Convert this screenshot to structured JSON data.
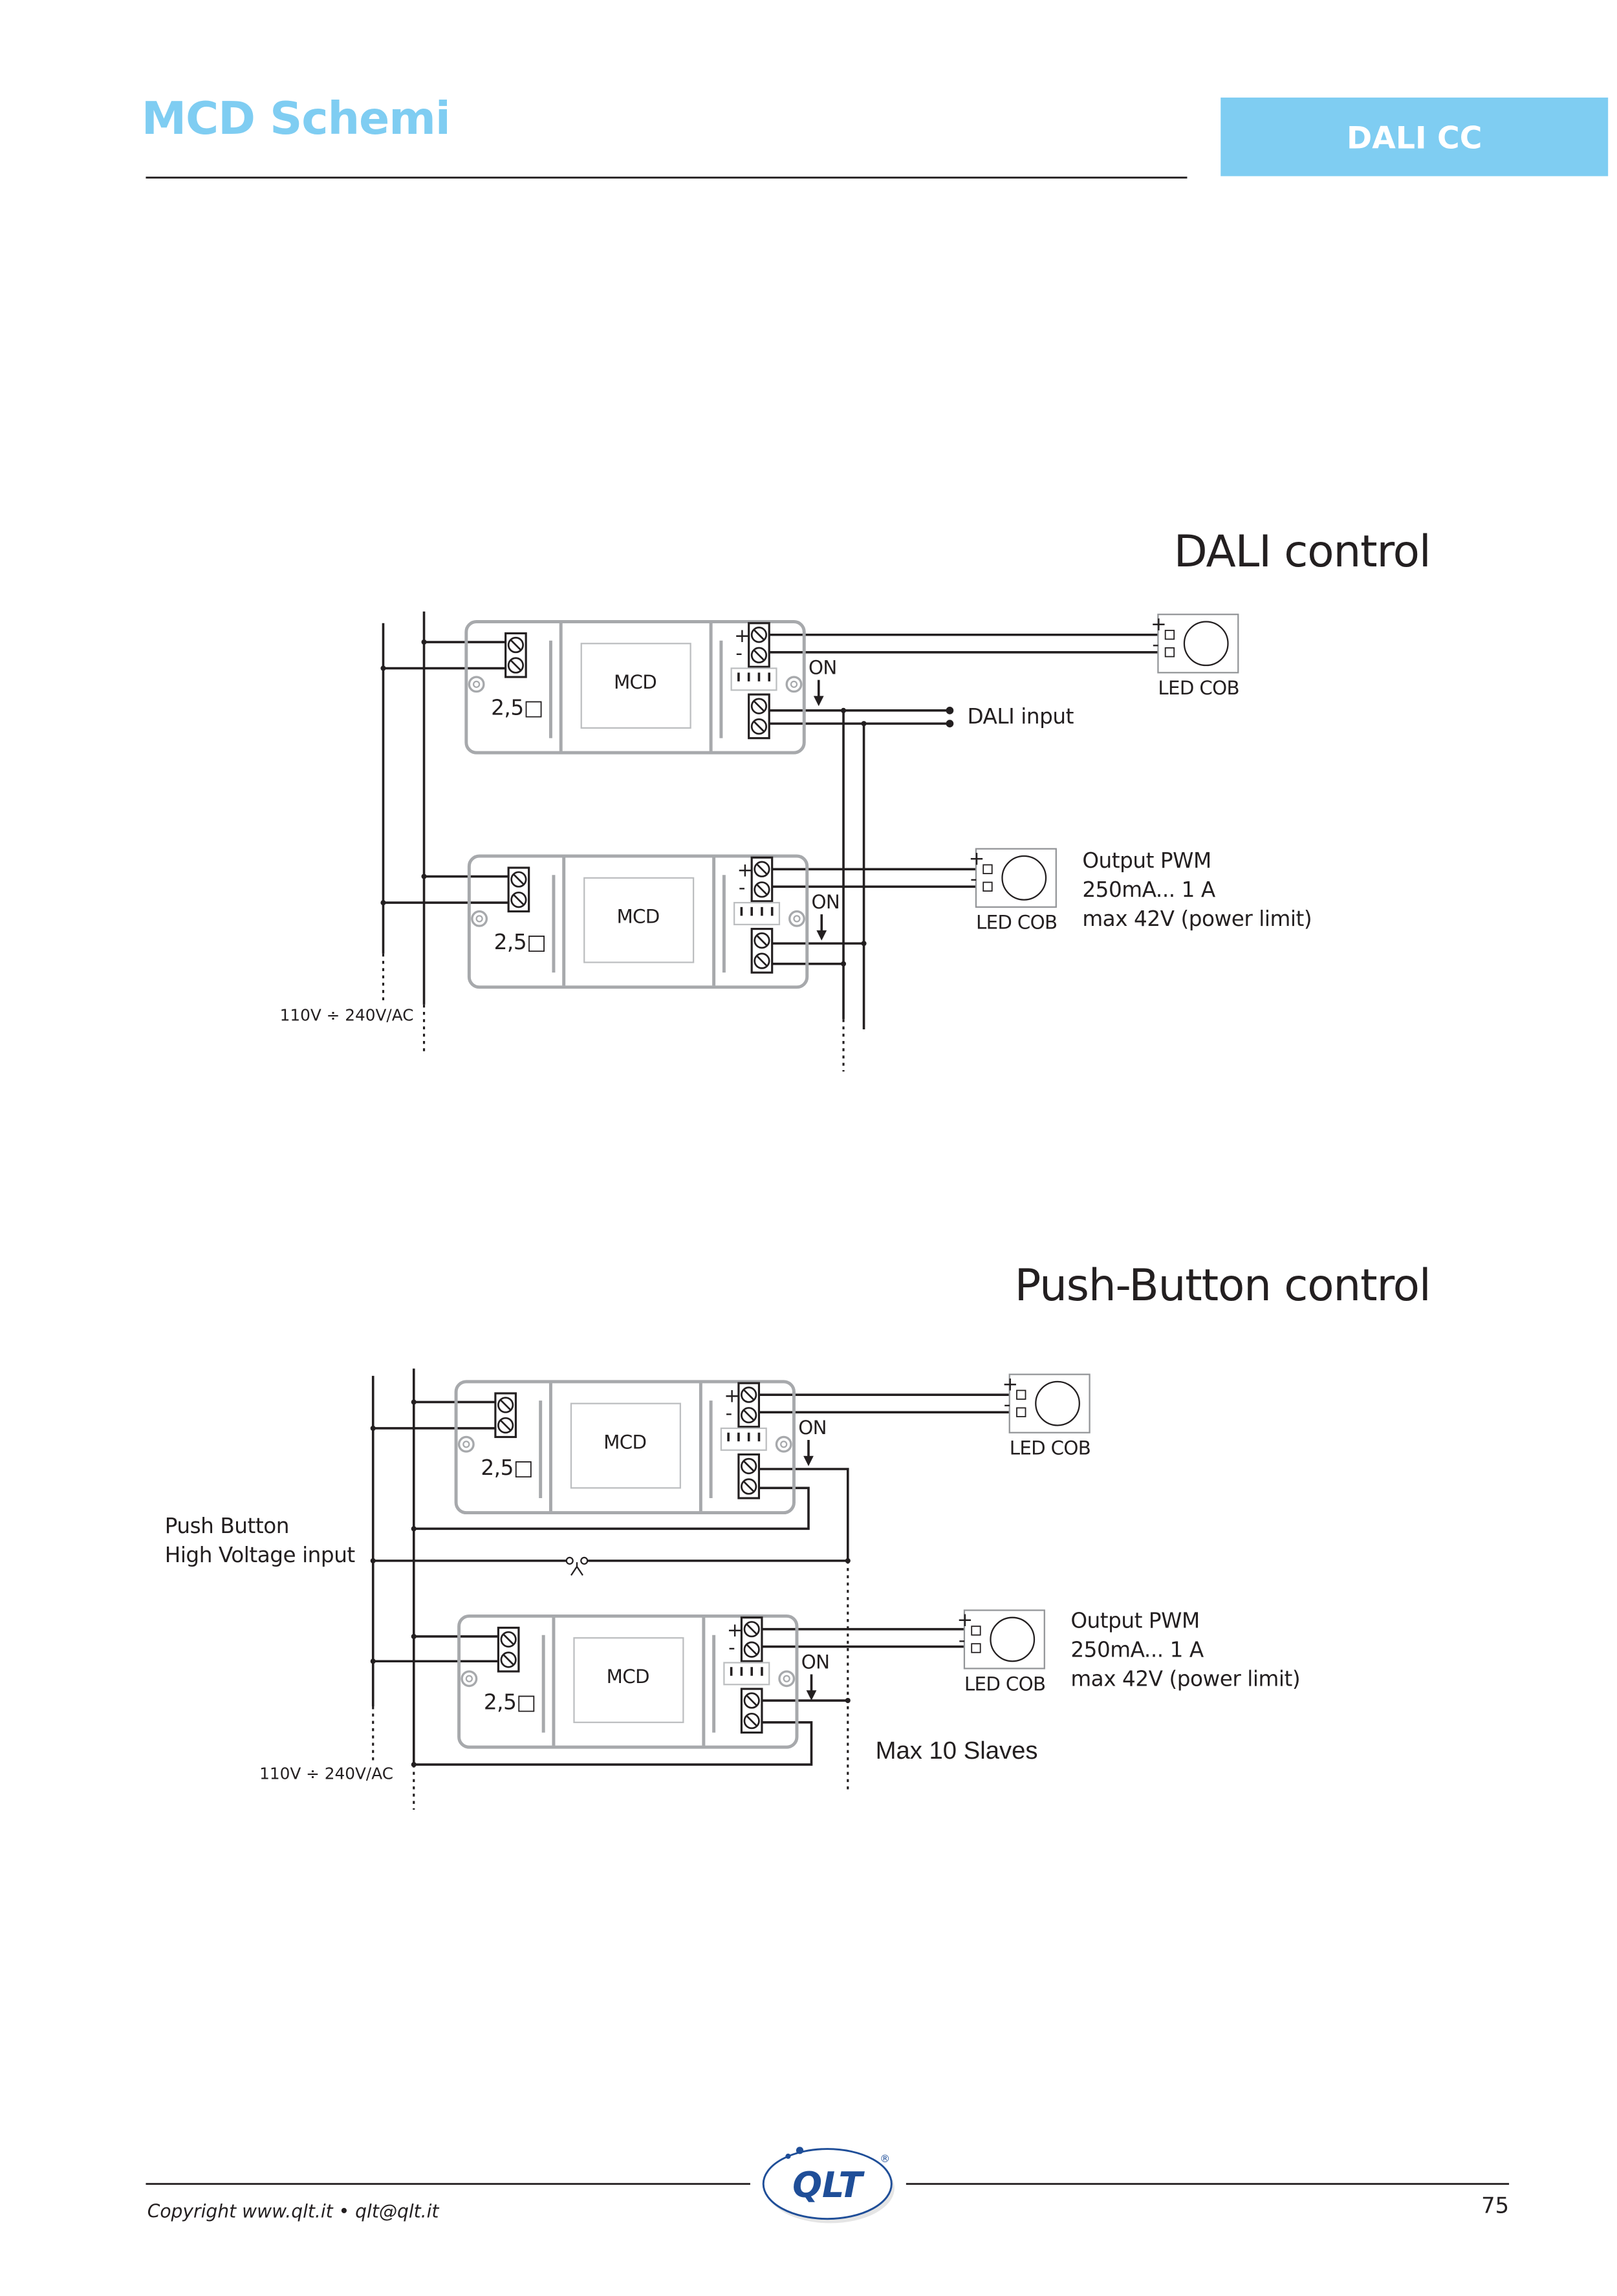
{
  "header": {
    "title": "MCD Schemi",
    "badge": "DALI CC",
    "accent_color": "#7fcdf2"
  },
  "device": {
    "name": "MCD",
    "cable": "2,5□",
    "on": "ON",
    "plus": "+",
    "minus": "-"
  },
  "dali_section": {
    "title": "DALI control",
    "led_label_1": "LED COB",
    "led_label_2": "LED COB",
    "dali_input": "DALI input",
    "output_lines": [
      "Output PWM",
      "250mA... 1 A",
      "max 42V (power limit)"
    ],
    "mains": "110V ÷ 240V/AC"
  },
  "push_section": {
    "title": "Push-Button control",
    "led_label_1": "LED COB",
    "led_label_2": "LED COB",
    "push_lines": [
      "Push Button",
      "High Voltage input"
    ],
    "output_lines": [
      "Output PWM",
      "250mA... 1 A",
      "max 42V (power limit)"
    ],
    "max_slaves": "Max 10 Slaves",
    "mains": "110V ÷ 240V/AC"
  },
  "footer": {
    "copyright": "Copyright www.qlt.it • qlt@qlt.it",
    "page_number": "75",
    "logo_text": "QLT",
    "logo_mark": "®"
  }
}
